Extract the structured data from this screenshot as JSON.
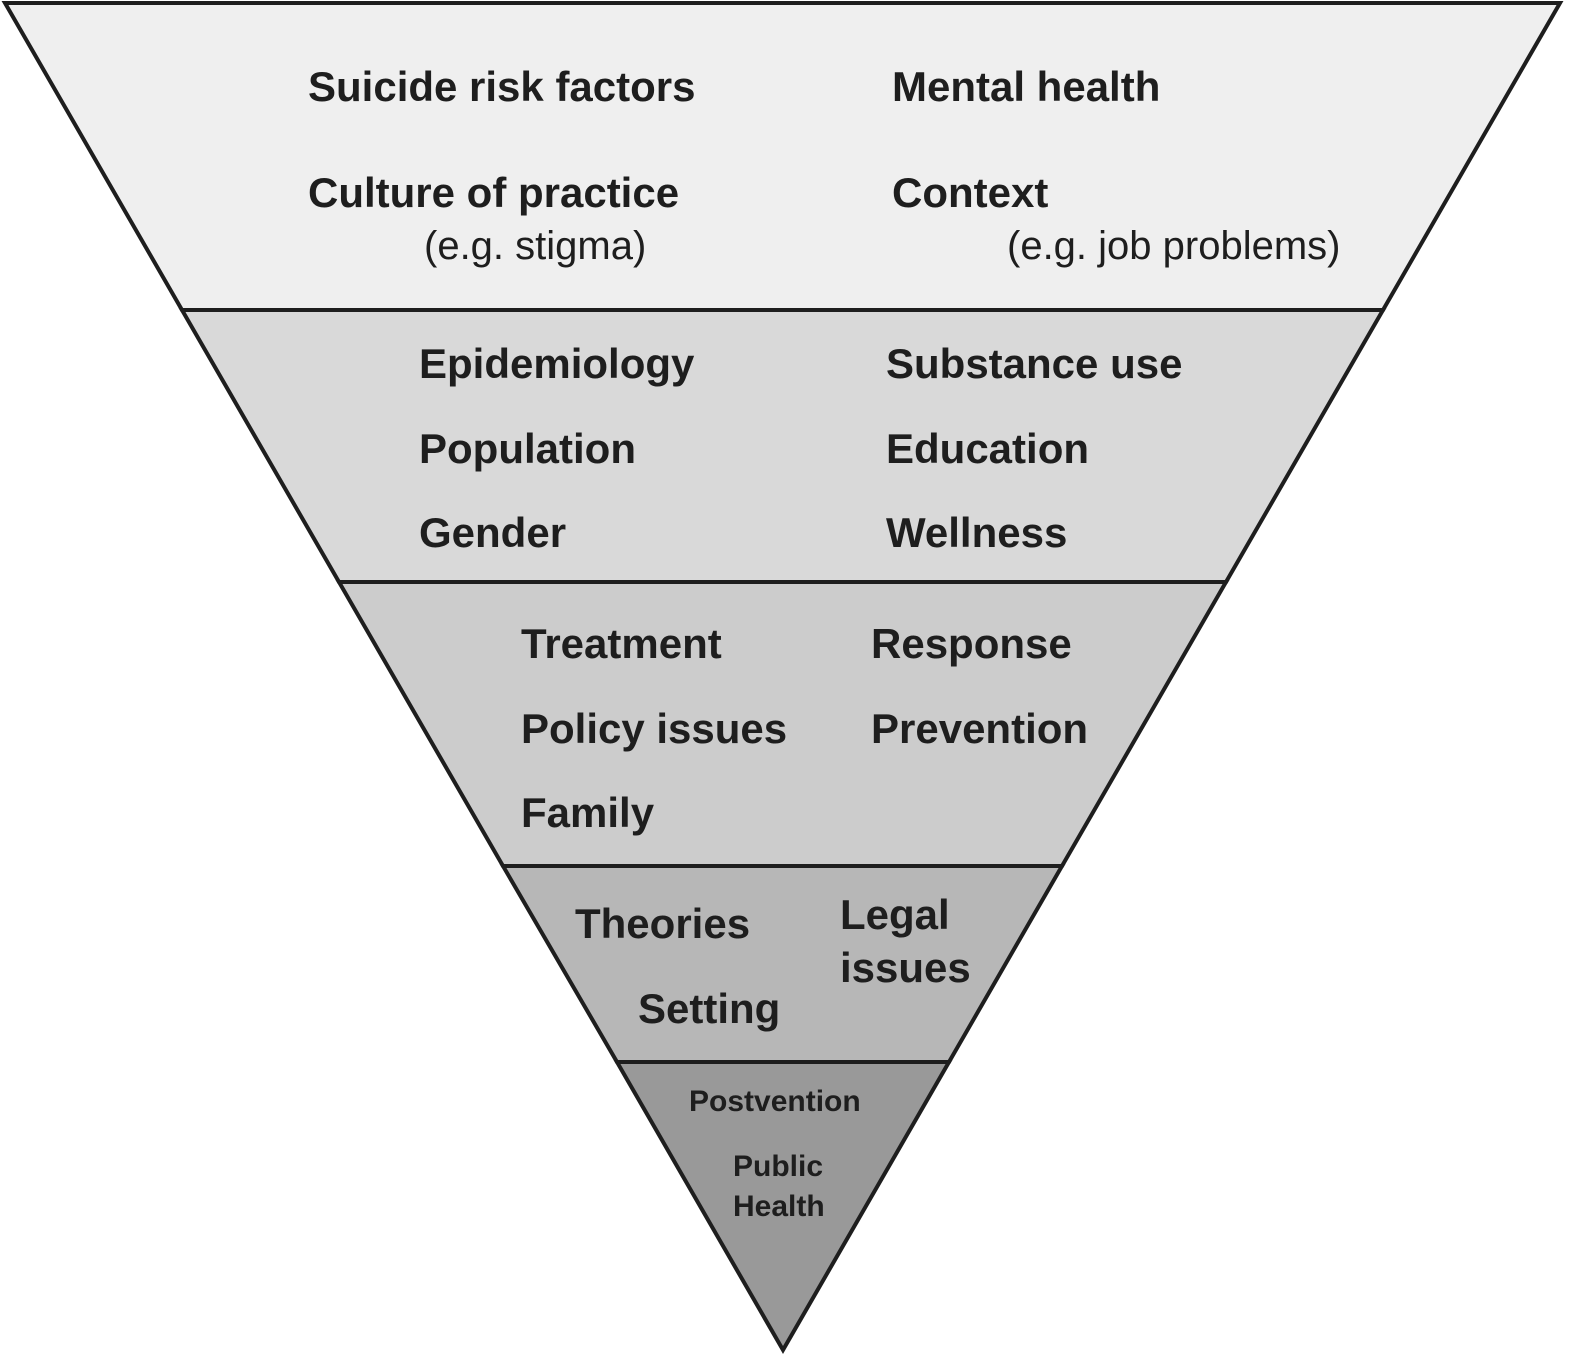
{
  "colors": {
    "tier1": "#efefef",
    "tier2": "#d9d9d9",
    "tier3": "#cccccc",
    "tier4": "#b7b7b7",
    "tier5": "#999999",
    "outline": "#1e1e1e"
  },
  "tiers": [
    {
      "left": [
        {
          "title": "Suicide risk factors"
        },
        {
          "title": "Culture of practice",
          "note": "(e.g. stigma)"
        }
      ],
      "right": [
        {
          "title": "Mental health"
        },
        {
          "title": "Context",
          "note": "(e.g. job problems)"
        }
      ]
    },
    {
      "left": [
        "Epidemiology",
        "Population",
        "Gender"
      ],
      "right": [
        "Substance use",
        "Education",
        "Wellness"
      ]
    },
    {
      "left": [
        "Treatment",
        "Policy issues",
        "Family"
      ],
      "right": [
        "Response",
        "Prevention"
      ]
    },
    {
      "left": [
        "Theories",
        "Setting"
      ],
      "right": [
        "Legal",
        "issues"
      ]
    },
    {
      "items": [
        "Postvention",
        "Public",
        "Health"
      ]
    }
  ]
}
